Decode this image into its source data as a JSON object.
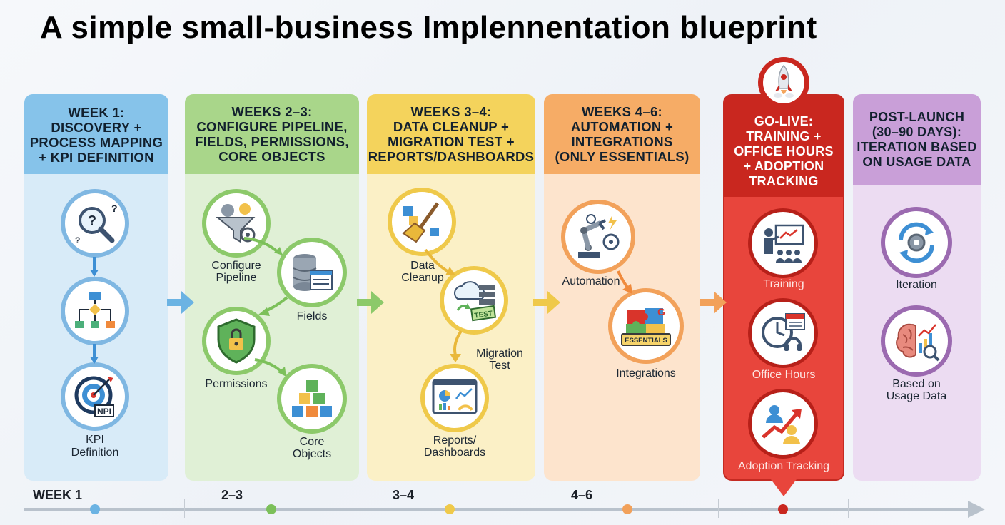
{
  "title": "A simple small-business Implennentation blueprint",
  "phases": [
    {
      "head": [
        "WEEK 1:",
        "DISCOVERY +",
        "PROCESS MAPPING",
        "+ KPI DEFINITION"
      ],
      "items": [
        {
          "label": "KPI\nDefinition",
          "icon": "kpi-target-icon",
          "badge": "NPI"
        }
      ],
      "icons": [
        "question-magnifier-icon",
        "flowchart-icon",
        "target-icon"
      ]
    },
    {
      "head": [
        "WEEKS 2–3:",
        "CONFIGURE PIPELINE,",
        "FIELDS, PERMISSIONS,",
        "CORE OBJECTS"
      ],
      "items": [
        {
          "label": "Configure\nPipeline",
          "icon": "funnel-gear-icon"
        },
        {
          "label": "Fields",
          "icon": "database-icon"
        },
        {
          "label": "Permissions",
          "icon": "shield-lock-icon"
        },
        {
          "label": "Core\nObjects",
          "icon": "cubes-icon"
        }
      ]
    },
    {
      "head": [
        "WEEKS 3–4:",
        "DATA CLEANUP +",
        "MIGRATION TEST +",
        "REPORTS/DASHBOARDS"
      ],
      "items": [
        {
          "label": "Data\nCleanup",
          "icon": "broom-icon"
        },
        {
          "label": "Migration\nTest",
          "icon": "cloud-server-icon",
          "badge": "TEST"
        },
        {
          "label": "Reports/\nDashboards",
          "icon": "dashboard-icon"
        }
      ]
    },
    {
      "head": [
        "WEEKS 4–6:",
        "AUTOMATION +",
        "INTEGRATIONS",
        "(ONLY ESSENTIALS)"
      ],
      "items": [
        {
          "label": "Automation",
          "icon": "robot-arm-icon"
        },
        {
          "label": "Integrations",
          "icon": "puzzle-icon",
          "badge": "ESSENTIALS"
        }
      ]
    },
    {
      "head": [
        "GO-LIVE:",
        "TRAINING +",
        "OFFICE HOURS",
        "+ ADOPTION",
        "TRACKING"
      ],
      "items": [
        {
          "label": "Training",
          "icon": "presenter-icon"
        },
        {
          "label": "Office Hours",
          "icon": "clock-calendar-icon"
        },
        {
          "label": "Adoption Tracking",
          "icon": "growth-arrow-icon"
        }
      ]
    },
    {
      "head": [
        "POST-LAUNCH",
        "(30–90 DAYS):",
        "ITERATION BASED",
        "ON USAGE DATA"
      ],
      "items": [
        {
          "label": "Iteration",
          "icon": "cycle-gear-icon"
        },
        {
          "label": "Based on\nUsage Data",
          "icon": "brain-chart-icon"
        }
      ]
    }
  ],
  "timeline": [
    "WEEK 1",
    "2–3",
    "3–4",
    "4–6"
  ],
  "colors": {
    "blue": "#cfe6f7",
    "blueHead": "#7fbfe8",
    "green": "#dcefd2",
    "greenHead": "#9fd07f",
    "yellow": "#fbefc0",
    "yellowHead": "#f2cf52",
    "orange": "#fde1c8",
    "orangeHead": "#f4a55e",
    "red": "#e8453c",
    "redHead": "#c9271f",
    "purple": "#ead9f0",
    "purpleHead": "#c89bd6"
  }
}
